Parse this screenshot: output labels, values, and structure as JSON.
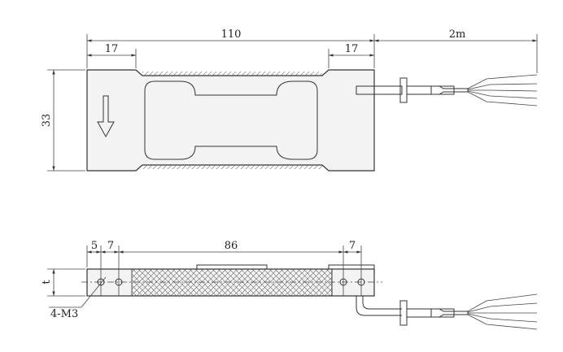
{
  "dimensions": {
    "total_length": "110",
    "left_end": "17",
    "right_end": "17",
    "cable_length": "2m",
    "width": "33",
    "side_hole_offset": "5",
    "side_hole_spacing_left": "7",
    "side_center": "86",
    "side_hole_spacing_right": "7",
    "thickness": "t",
    "thread_callout": "4-M3"
  }
}
